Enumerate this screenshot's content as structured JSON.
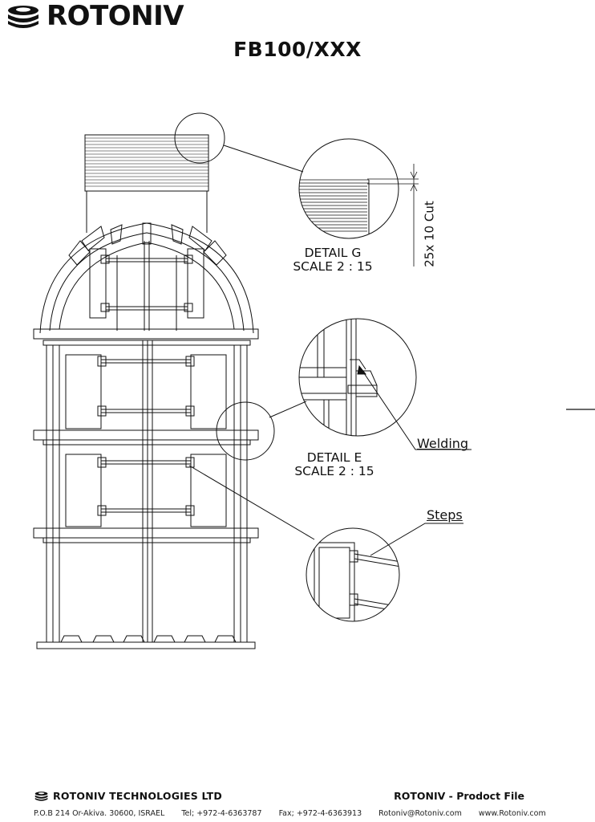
{
  "header": {
    "brand": "ROTONIV",
    "logo_icon": "rotoniv-stack-icon",
    "title": "FB100/XXX"
  },
  "drawing": {
    "detail_g": {
      "name": "DETAIL G",
      "scale": "SCALE 2 : 15",
      "dimension": "25x 10 Cut"
    },
    "detail_e": {
      "name": "DETAIL E",
      "scale": "SCALE 2 : 15"
    },
    "callouts": {
      "welding": "Welding",
      "steps": "Steps"
    }
  },
  "footer": {
    "brand": "ROTONIV",
    "company": "TECHNOLOGIES LTD",
    "product_file": "ROTONIV - Prodoct File",
    "address": "P.O.B 214 Or-Akiva. 30600, ISRAEL",
    "tel": "Tel; +972-4-6363787",
    "fax": "Fax; +972-4-6363913",
    "email": "Rotoniv@Rotoniv.com",
    "web": "www.Rotoniv.com"
  }
}
